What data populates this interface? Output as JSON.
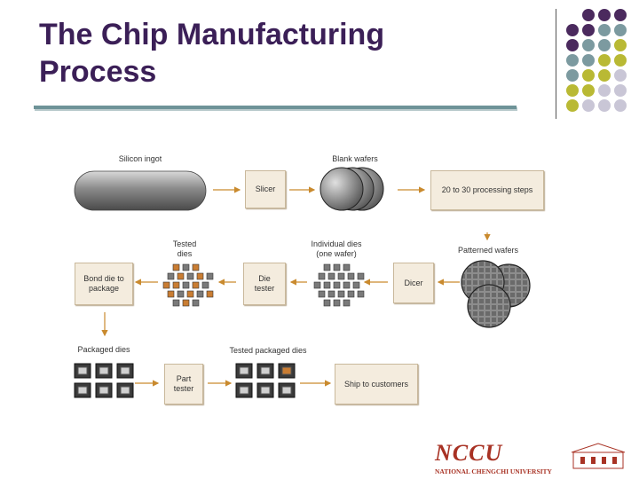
{
  "slide": {
    "title_line1": "The Chip Manufacturing",
    "title_line2": "Process"
  },
  "diagram": {
    "captions": {
      "ingot": "Silicon ingot",
      "blank_wafers": "Blank wafers",
      "tested_dies": "Tested\ndies",
      "individual_dies": "Individual dies\n(one wafer)",
      "patterned_wafers": "Patterned wafers",
      "packaged_dies": "Packaged dies",
      "tested_packaged_dies": "Tested packaged dies"
    },
    "boxes": {
      "slicer": "Slicer",
      "processing": "20 to 30 processing steps",
      "bond": "Bond die to\npackage",
      "die_tester": "Die\ntester",
      "dicer": "Dicer",
      "part_tester": "Part\ntester",
      "ship": "Ship to customers"
    },
    "colors": {
      "arrow": "#c98a2e",
      "box_fill": "#f4ecde",
      "failed_die": "#c97d33"
    }
  },
  "logo": {
    "main": "NCCU",
    "sub": "NATIONAL CHENGCHI UNIVERSITY"
  },
  "colors": {
    "title": "#3b1f57",
    "rule": "#6e9398",
    "dot_purple": "#4b2a5e",
    "dot_teal": "#7c9aa0",
    "dot_olive": "#b9b934",
    "dot_lavender": "#c9c6d6"
  }
}
